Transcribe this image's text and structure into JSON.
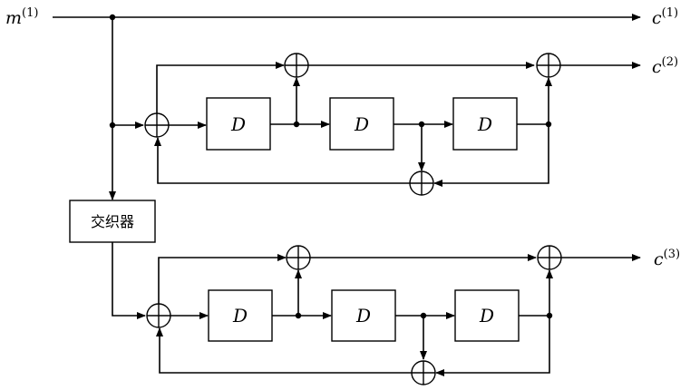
{
  "input": {
    "symbol": "m",
    "sup": "(1)"
  },
  "outputs": [
    {
      "symbol": "c",
      "sup": "(1)"
    },
    {
      "symbol": "c",
      "sup": "(2)"
    },
    {
      "symbol": "c",
      "sup": "(3)"
    }
  ],
  "interleaver_label": "交织器",
  "delay_label": "D"
}
